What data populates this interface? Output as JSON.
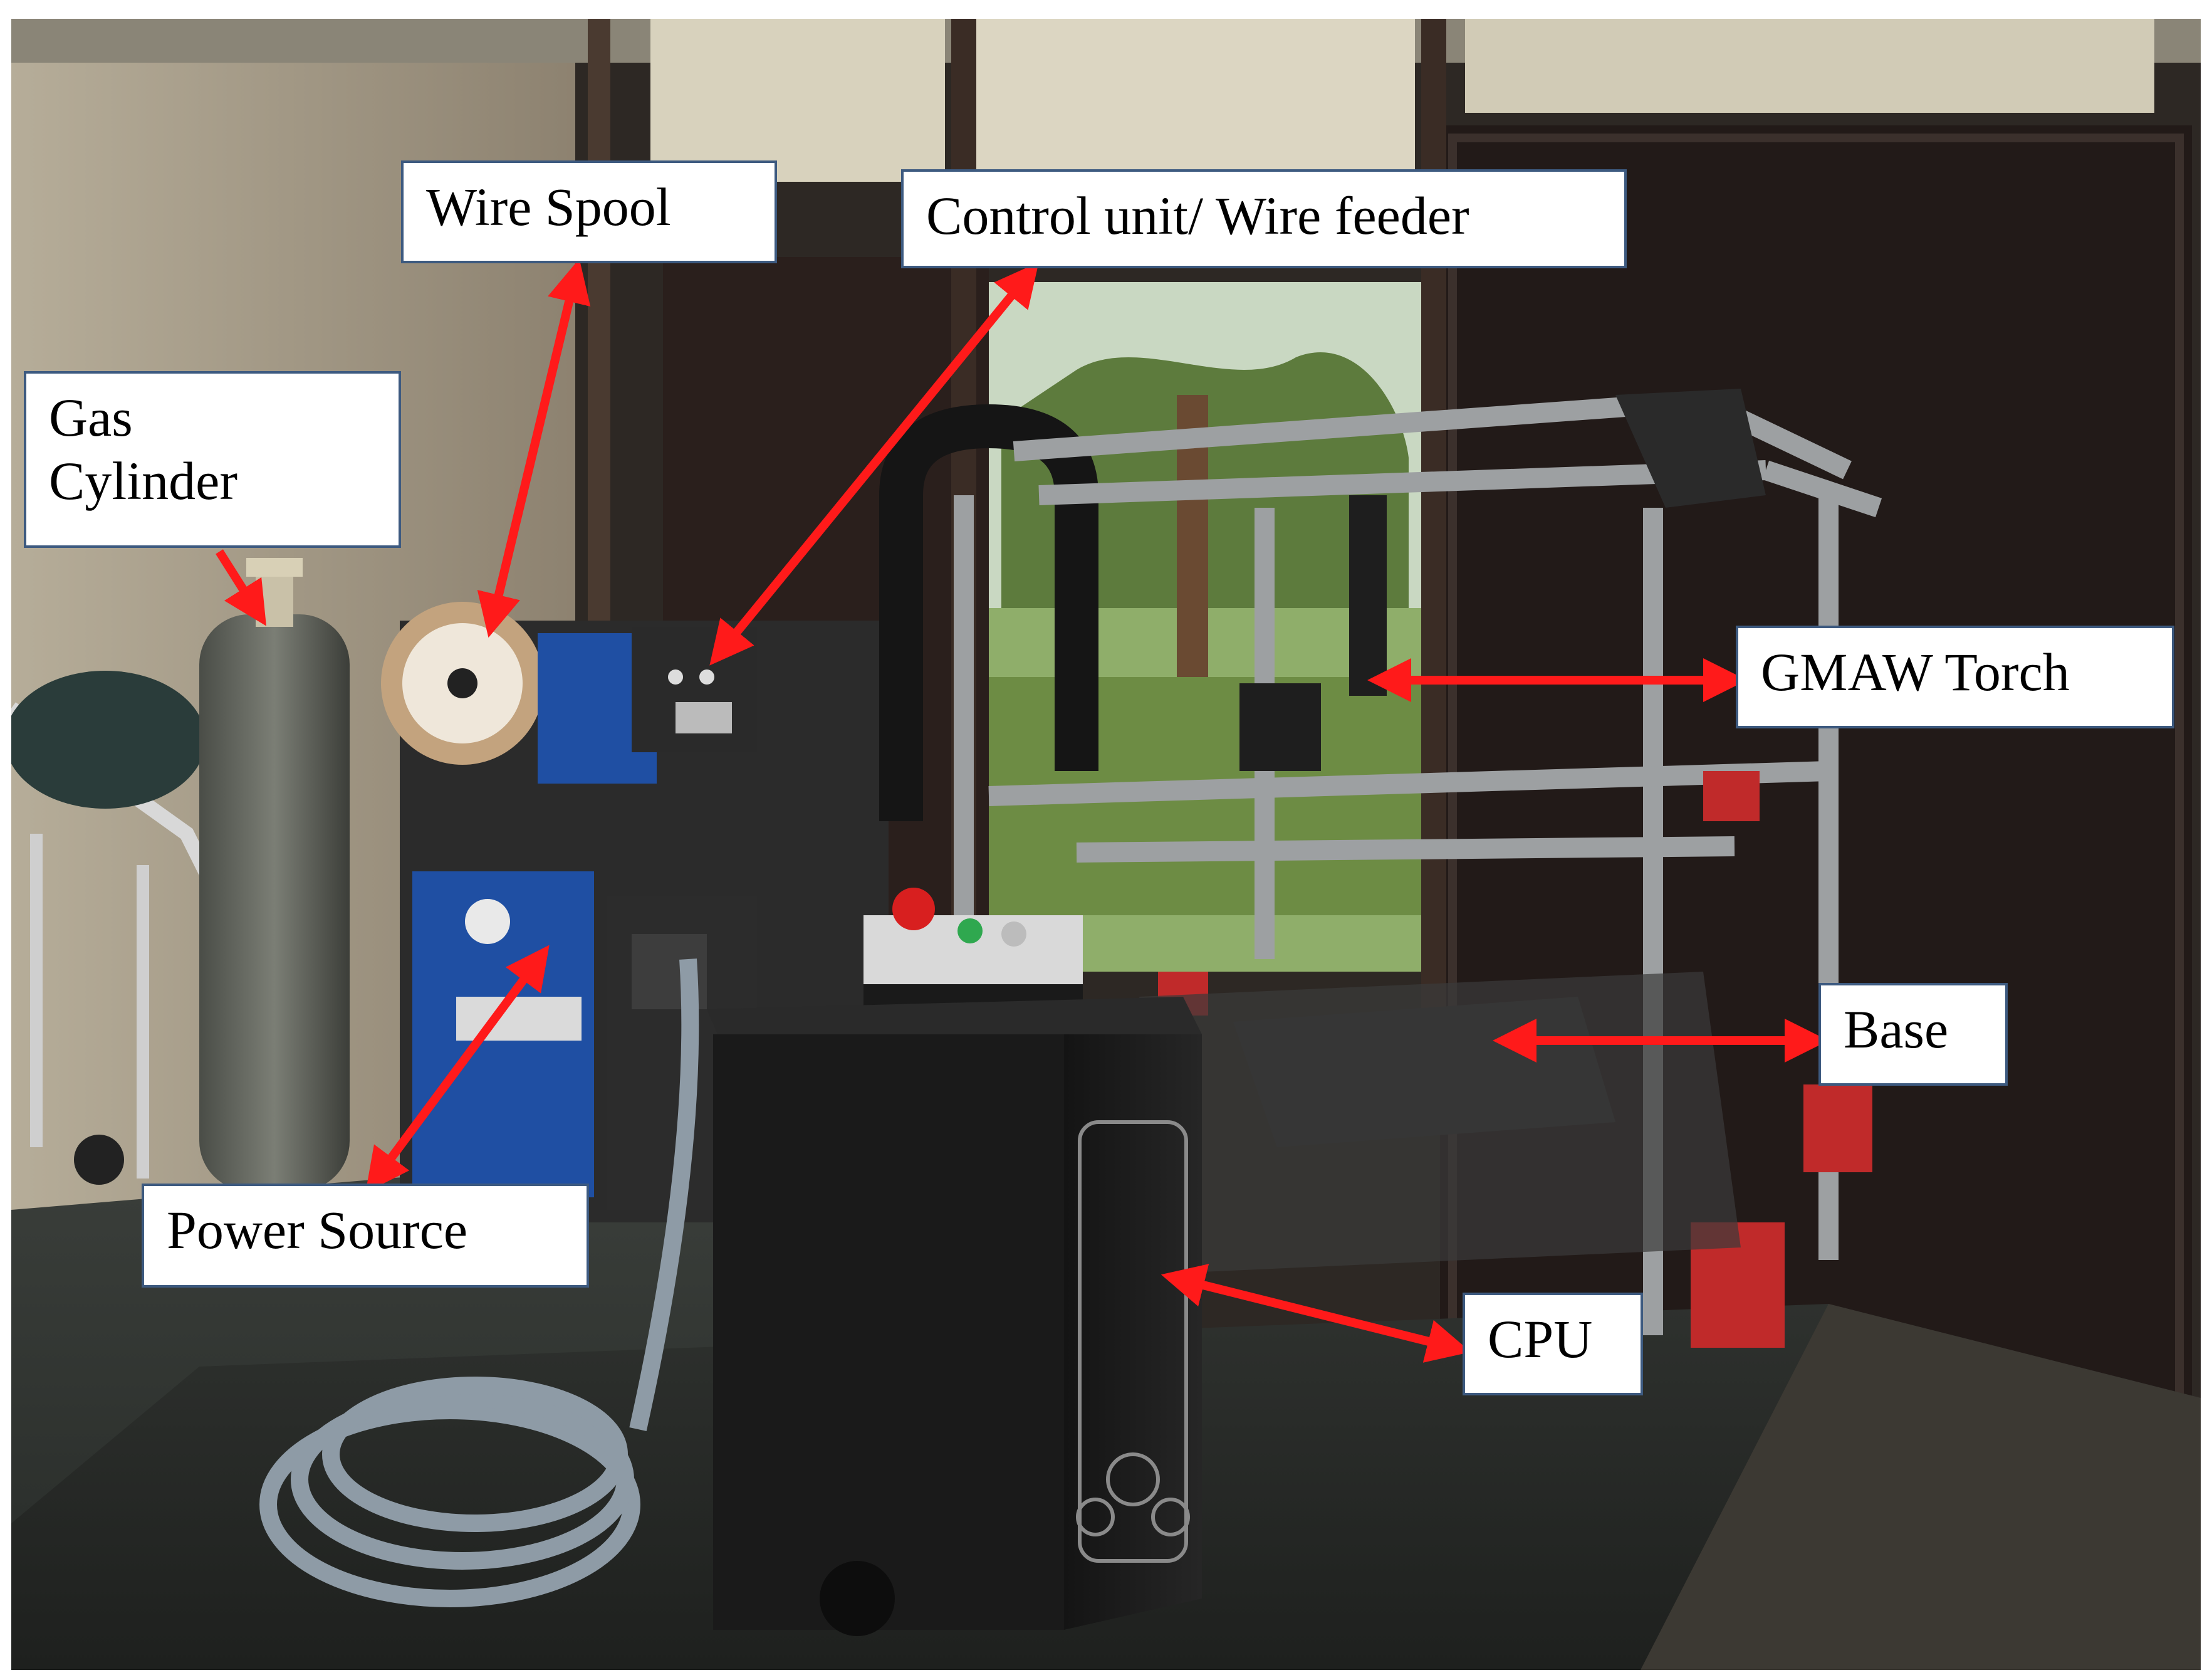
{
  "figure": {
    "labels": {
      "wire_spool": "Wire Spool",
      "control_unit": "Control unit/ Wire feeder",
      "gas_cylinder_line1": "Gas",
      "gas_cylinder_line2": "Cylinder",
      "gmaw_torch": "GMAW Torch",
      "base": "Base",
      "power_source": "Power Source",
      "cpu": "CPU"
    },
    "colors": {
      "arrow": "#ff1a1a",
      "label_border": "#3d5a80",
      "label_fill": "#ffffff"
    }
  }
}
